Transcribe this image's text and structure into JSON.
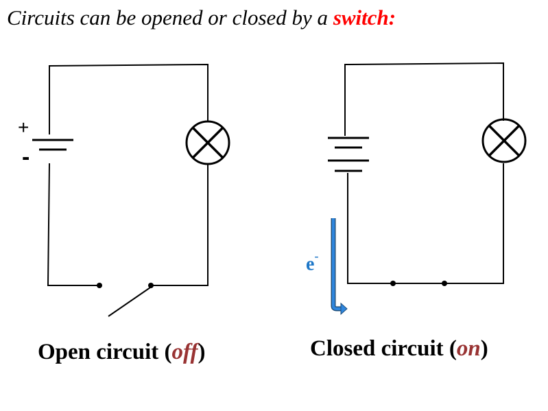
{
  "title": {
    "prefix": "Circuits can be opened or closed by a ",
    "accent": "switch:",
    "accent_color": "#ff0000"
  },
  "battery_signs": {
    "plus": "+",
    "minus": "-"
  },
  "electron_label": {
    "base": "e",
    "superscript": "-",
    "color": "#1f78c8"
  },
  "open_circuit": {
    "caption_prefix": "Open circuit (",
    "state": "off",
    "caption_suffix": ")"
  },
  "closed_circuit": {
    "caption_prefix": "Closed circuit (",
    "state": "on",
    "caption_suffix": ")"
  },
  "state_color": "#993333"
}
